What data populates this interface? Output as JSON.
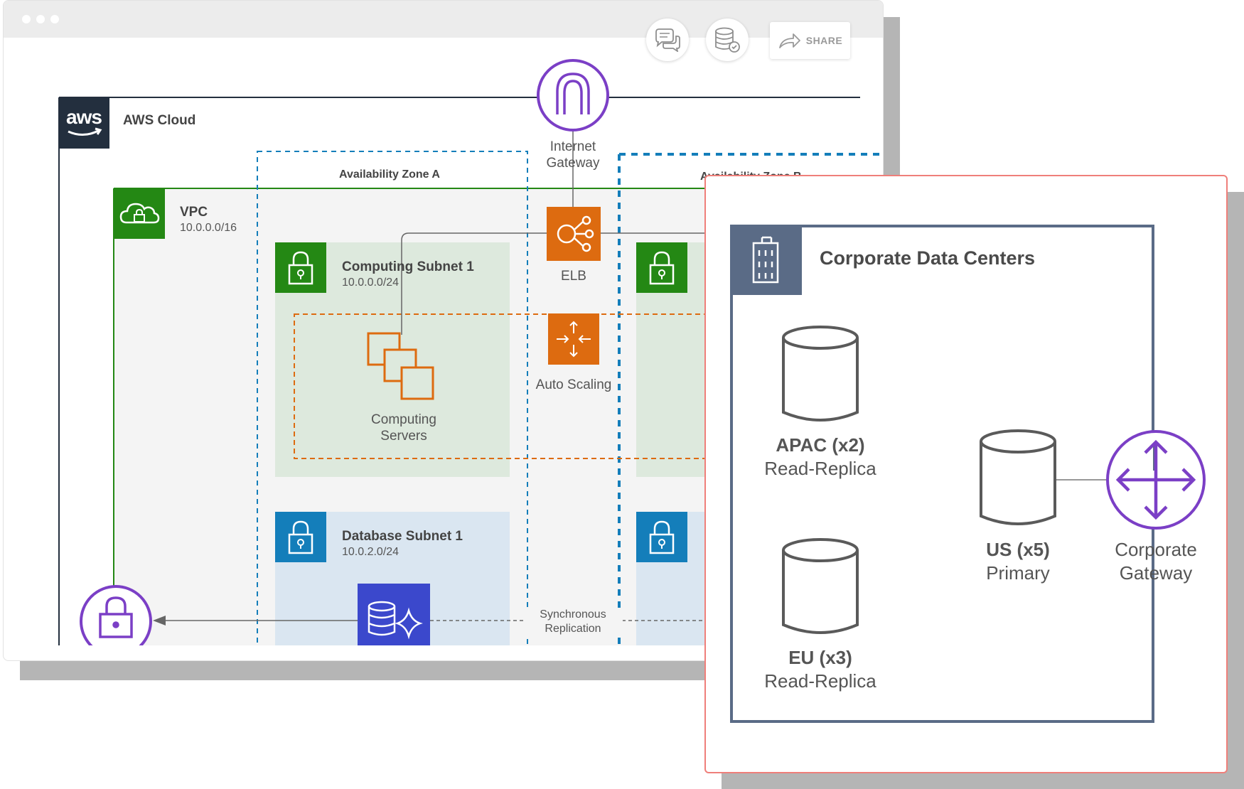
{
  "window": {
    "title_dots": 3,
    "toolbar": {
      "comments_icon": "chat-bubbles-icon",
      "data_icon": "database-check-icon",
      "share_label": "SHARE"
    }
  },
  "aws": {
    "logo_text": "aws",
    "cloud_label": "AWS Cloud",
    "zone_a_label": "Availability Zone A",
    "zone_b_label": "Availability Zone B",
    "vpc": {
      "label": "VPC",
      "cidr": "10.0.0.0/16"
    },
    "internet_gateway": {
      "line1": "Internet",
      "line2": "Gateway"
    },
    "elb_label": "ELB",
    "auto_scaling_label": "Auto Scaling",
    "computing_subnet_1": {
      "label": "Computing Subnet 1",
      "cidr": "10.0.0.0/24"
    },
    "computing_servers": {
      "line1": "Computing",
      "line2": "Servers"
    },
    "database_subnet_1": {
      "label": "Database Subnet 1",
      "cidr": "10.0.2.0/24"
    },
    "replication": {
      "line1": "Synchronous",
      "line2": "Replication"
    }
  },
  "datacenters": {
    "title": "Corporate Data Centers",
    "apac": {
      "name": "APAC (x2)",
      "role": "Read-Replica"
    },
    "eu": {
      "name": "EU (x3)",
      "role": "Read-Replica"
    },
    "us": {
      "name": "US (x5)",
      "role": "Primary"
    },
    "gateway": {
      "line1": "Corporate",
      "line2": "Gateway"
    }
  },
  "colors": {
    "aws_dark": "#232f3e",
    "vpc_green": "#248814",
    "subnet_green_bg": "#dde9dd",
    "subnet_blue_bg": "#dae6f1",
    "subnet_blue": "#147eba",
    "orange": "#dd6b10",
    "purple": "#7b3fc6",
    "zone_blue": "#147eba",
    "dc_slate": "#5a6b86",
    "overlay_border": "#ef7f7a",
    "rds_blue": "#3b48cc"
  }
}
